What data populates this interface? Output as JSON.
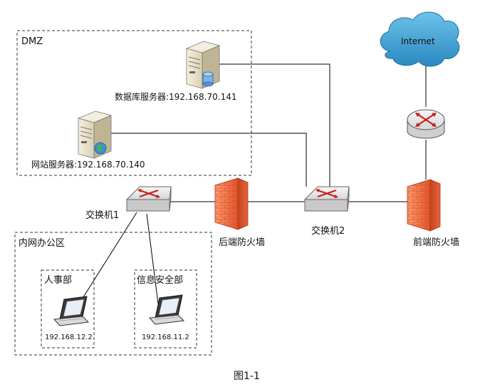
{
  "zones": {
    "dmz": "DMZ",
    "intranet": "内网办公区",
    "hr": "人事部",
    "infosec": "信息安全部"
  },
  "nodes": {
    "internet": "Internet",
    "db_server": "数据库服务器:192.168.70.141",
    "web_server": "网站服务器:192.168.70.140",
    "switch1": "交换机1",
    "switch2": "交换机2",
    "rear_firewall": "后端防火墙",
    "front_firewall": "前端防火墙",
    "laptop_hr_ip": "192.168.12.2",
    "laptop_sec_ip": "192.168.11.2"
  },
  "caption": "图1-1",
  "colors": {
    "cloud": "#3a9dd0",
    "firewall": "#e8633a",
    "switch": "#e4e4e4",
    "server": "#e9e2cc",
    "line": "#000000",
    "zone_border": "#333333"
  }
}
